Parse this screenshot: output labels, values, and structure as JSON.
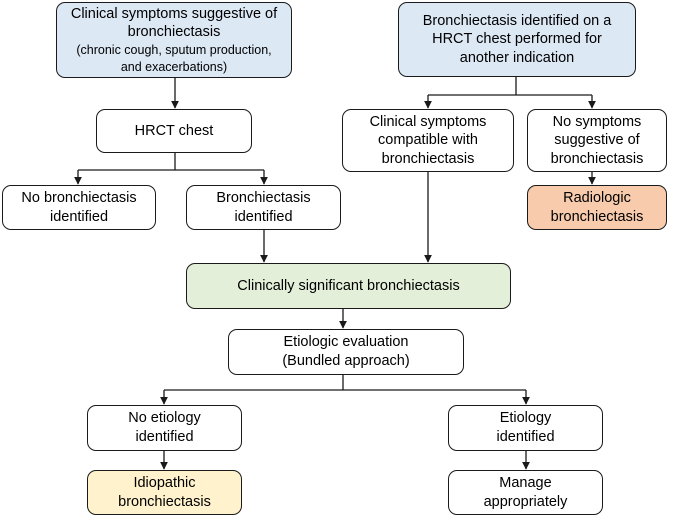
{
  "boxes": {
    "clinical_symptoms": {
      "lines": [
        "Clinical symptoms suggestive of",
        "bronchiectasis"
      ],
      "sub_lines": [
        "(chronic cough, sputum production,",
        "and exacerbations)"
      ]
    },
    "hrct_other": {
      "lines": [
        "Bronchiectasis identified on a",
        "HRCT chest performed for",
        "another indication"
      ]
    },
    "hrct_chest": {
      "lines": [
        "HRCT chest"
      ]
    },
    "symptoms_compatible": {
      "lines": [
        "Clinical symptoms",
        "compatible with",
        "bronchiectasis"
      ]
    },
    "no_symptoms": {
      "lines": [
        "No symptoms",
        "suggestive of",
        "bronchiectasis"
      ]
    },
    "no_bronch_identified": {
      "lines": [
        "No bronchiectasis",
        "identified"
      ]
    },
    "bronch_identified": {
      "lines": [
        "Bronchiectasis",
        "identified"
      ]
    },
    "radiologic": {
      "lines": [
        "Radiologic",
        "bronchiectasis"
      ]
    },
    "clinically_significant": {
      "lines": [
        "Clinically significant bronchiectasis"
      ]
    },
    "etiologic_eval": {
      "lines": [
        "Etiologic evaluation",
        "(Bundled approach)"
      ]
    },
    "no_etiology": {
      "lines": [
        "No etiology",
        "identified"
      ]
    },
    "etiology_identified": {
      "lines": [
        "Etiology",
        "identified"
      ]
    },
    "idiopathic": {
      "lines": [
        "Idiopathic",
        "bronchiectasis"
      ]
    },
    "manage": {
      "lines": [
        "Manage",
        "appropriately"
      ]
    }
  },
  "colors": {
    "blue_fill": "#dde8f5",
    "green_fill": "#e3efd9",
    "orange_fill": "#f8cbad",
    "yellow_fill": "#fff2cc",
    "stroke": "#1a1a1a"
  }
}
